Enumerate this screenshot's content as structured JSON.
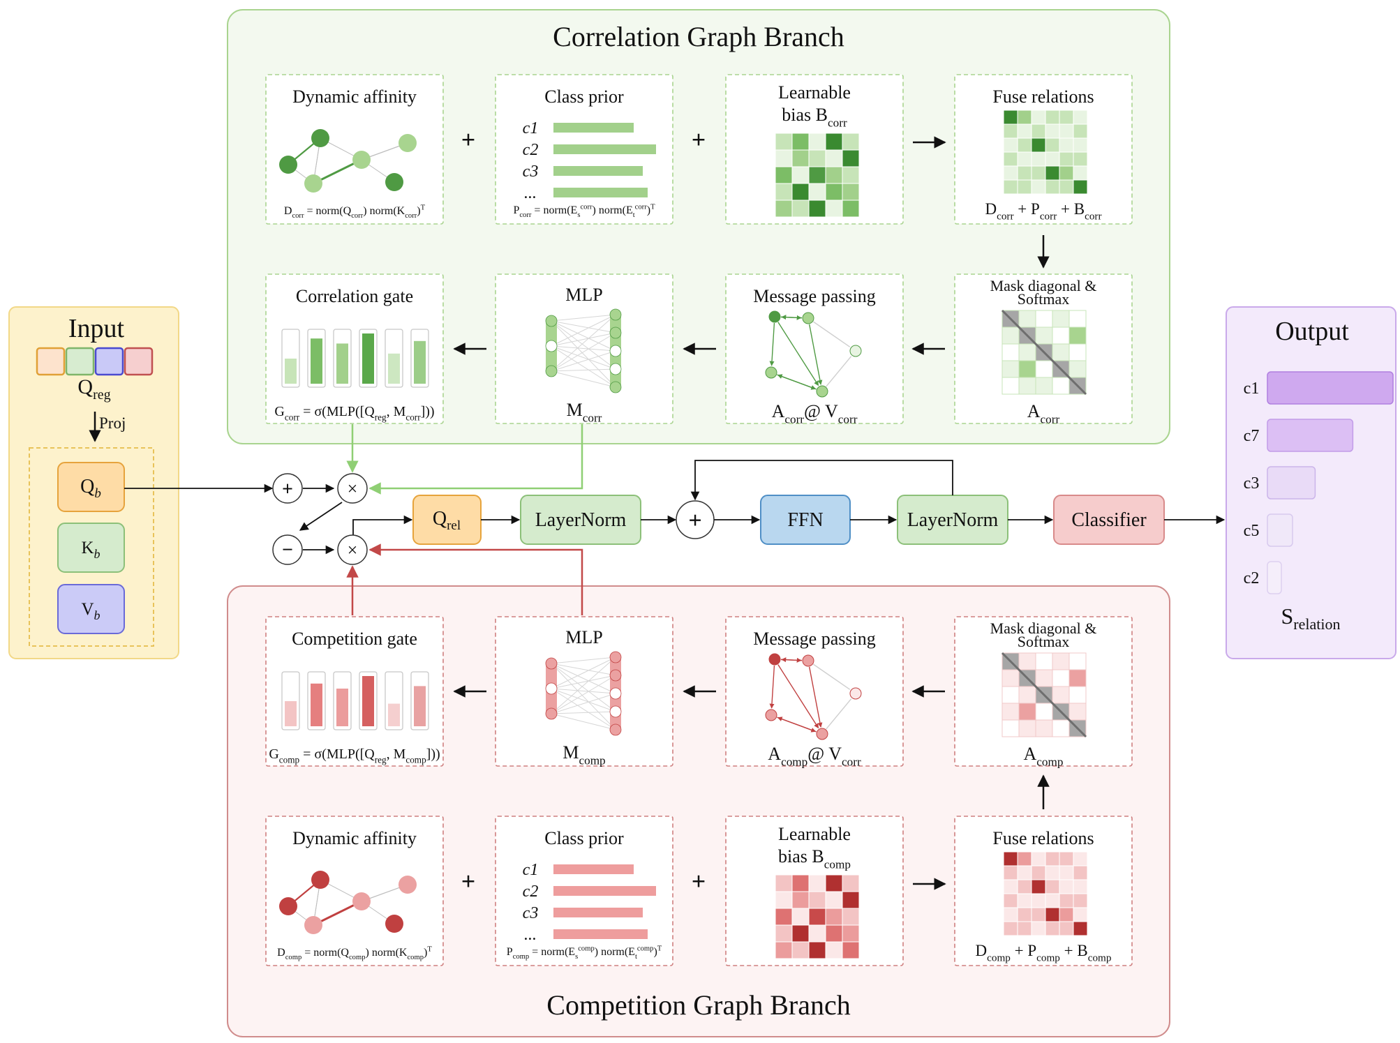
{
  "input": {
    "title": "Input",
    "qreg": "Q",
    "qreg_sub": "reg",
    "proj": "Proj",
    "qb": "Q",
    "qb_sub": "b",
    "kb": "K",
    "kb_sub": "b",
    "vb": "V",
    "vb_sub": "b",
    "token_colors": [
      "#fde3cd",
      "#d7ecd0",
      "#c9c9f7",
      "#f6cfcf"
    ],
    "token_borders": [
      "#e0a036",
      "#7fb56a",
      "#4a4ad0",
      "#c05050"
    ]
  },
  "corr": {
    "title": "Correlation Graph Branch",
    "accent": "#4f9a43",
    "light": "#a8d48f",
    "dyn_title": "Dynamic affinity",
    "dyn_formula": [
      "D",
      "corr",
      " = norm(Q",
      "corr",
      ") norm(K",
      "corr",
      ")",
      "T"
    ],
    "prior_title": "Class prior",
    "prior_labels": [
      "c1",
      "c2",
      "c3",
      "..."
    ],
    "prior_formula": [
      "P",
      "corr",
      " = norm(E",
      "s",
      "corr",
      ") norm(E",
      "t",
      "corr",
      ")",
      "T"
    ],
    "bias_title1": "Learnable",
    "bias_title2": "bias B",
    "bias_sub": "corr",
    "fuse_title": "Fuse relations",
    "fuse_formula": [
      "D",
      "corr",
      " + P",
      "corr",
      " + B",
      "corr"
    ],
    "mask_title1": "Mask diagonal &",
    "mask_title2": "Softmax",
    "mask_label": "A",
    "mask_sub": "corr",
    "msg_title": "Message passing",
    "msg_label": [
      "A",
      "corr",
      "@ V",
      "corr"
    ],
    "mlp_title": "MLP",
    "mlp_label": "M",
    "mlp_sub": "corr",
    "gate_title": "Correlation gate",
    "gate_formula": [
      "G",
      "corr",
      " = σ(MLP([Q",
      "reg",
      ", M",
      "corr",
      "]))"
    ],
    "gate_values": [
      0.5,
      0.9,
      0.8,
      1.0,
      0.6,
      0.85
    ]
  },
  "comp": {
    "title": "Competition Graph Branch",
    "accent": "#c04040",
    "light": "#eba1a1",
    "dyn_title": "Dynamic affinity",
    "dyn_formula": [
      "D",
      "comp",
      " = norm(Q",
      "comp",
      ") norm(K",
      "comp",
      ")",
      "T"
    ],
    "prior_title": "Class prior",
    "prior_labels": [
      "c1",
      "c2",
      "c3",
      "..."
    ],
    "prior_formula": [
      "P",
      "comp",
      " = norm(E",
      "s",
      "comp",
      ") norm(E",
      "t",
      "comp",
      ")",
      "T"
    ],
    "bias_title1": "Learnable",
    "bias_title2": "bias B",
    "bias_sub": "comp",
    "fuse_title": "Fuse relations",
    "fuse_formula": [
      "D",
      "comp",
      " + P",
      "comp",
      " + B",
      "comp"
    ],
    "mask_title1": "Mask diagonal &",
    "mask_title2": "Softmax",
    "mask_label": "A",
    "mask_sub": "comp",
    "msg_title": "Message passing",
    "msg_label": [
      "A",
      "comp",
      "@ V",
      "corr"
    ],
    "mlp_title": "MLP",
    "mlp_label": "M",
    "mlp_sub": "comp",
    "gate_title": "Competition gate",
    "gate_formula": [
      "G",
      "comp",
      " = σ(MLP([Q",
      "reg",
      ", M",
      "comp",
      "]))"
    ],
    "gate_values": [
      0.5,
      0.85,
      0.75,
      1.0,
      0.45,
      0.8
    ]
  },
  "center": {
    "plus": "+",
    "minus": "−",
    "times": "×",
    "qrel": "Q",
    "qrel_sub": "rel",
    "layernorm1": "LayerNorm",
    "ffn": "FFN",
    "layernorm2": "LayerNorm",
    "classifier": "Classifier"
  },
  "output": {
    "title": "Output",
    "labels": [
      "c1",
      "c7",
      "c3",
      "c5",
      "c2"
    ],
    "scores": [
      1.0,
      0.68,
      0.38,
      0.2,
      0.1
    ],
    "score_label": "S",
    "score_sub": "relation"
  }
}
